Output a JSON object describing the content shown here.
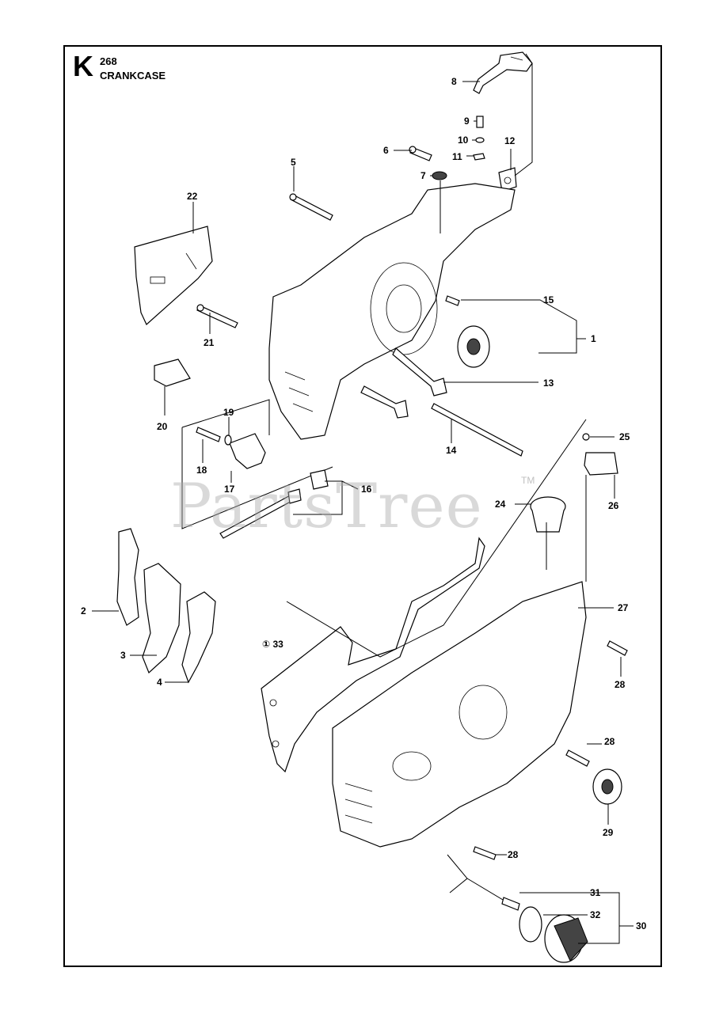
{
  "header": {
    "section_letter": "K",
    "model": "268",
    "title": "CRANKCASE"
  },
  "watermark": {
    "text": "PartsTree",
    "tm": "TM"
  },
  "callouts": [
    {
      "id": "c8",
      "text": "8"
    },
    {
      "id": "c9",
      "text": "9"
    },
    {
      "id": "c10",
      "text": "10"
    },
    {
      "id": "c11",
      "text": "11"
    },
    {
      "id": "c12",
      "text": "12"
    },
    {
      "id": "c6",
      "text": "6"
    },
    {
      "id": "c7",
      "text": "7"
    },
    {
      "id": "c5",
      "text": "5"
    },
    {
      "id": "c22",
      "text": "22"
    },
    {
      "id": "c15",
      "text": "15"
    },
    {
      "id": "c1",
      "text": "1"
    },
    {
      "id": "c21",
      "text": "21"
    },
    {
      "id": "c13",
      "text": "13"
    },
    {
      "id": "c20",
      "text": "20"
    },
    {
      "id": "c19",
      "text": "19"
    },
    {
      "id": "c14",
      "text": "14"
    },
    {
      "id": "c25",
      "text": "25"
    },
    {
      "id": "c18",
      "text": "18"
    },
    {
      "id": "c16",
      "text": "16"
    },
    {
      "id": "c17",
      "text": "17"
    },
    {
      "id": "c24",
      "text": "24"
    },
    {
      "id": "c26",
      "text": "26"
    },
    {
      "id": "c2",
      "text": "2"
    },
    {
      "id": "c27",
      "text": "27"
    },
    {
      "id": "c33",
      "text": "① 33"
    },
    {
      "id": "c3",
      "text": "3"
    },
    {
      "id": "c28a",
      "text": "28"
    },
    {
      "id": "c4",
      "text": "4"
    },
    {
      "id": "c28b",
      "text": "28"
    },
    {
      "id": "c29",
      "text": "29"
    },
    {
      "id": "c28c",
      "text": "28"
    },
    {
      "id": "c31",
      "text": "31"
    },
    {
      "id": "c32",
      "text": "32"
    },
    {
      "id": "c30",
      "text": "30"
    }
  ]
}
